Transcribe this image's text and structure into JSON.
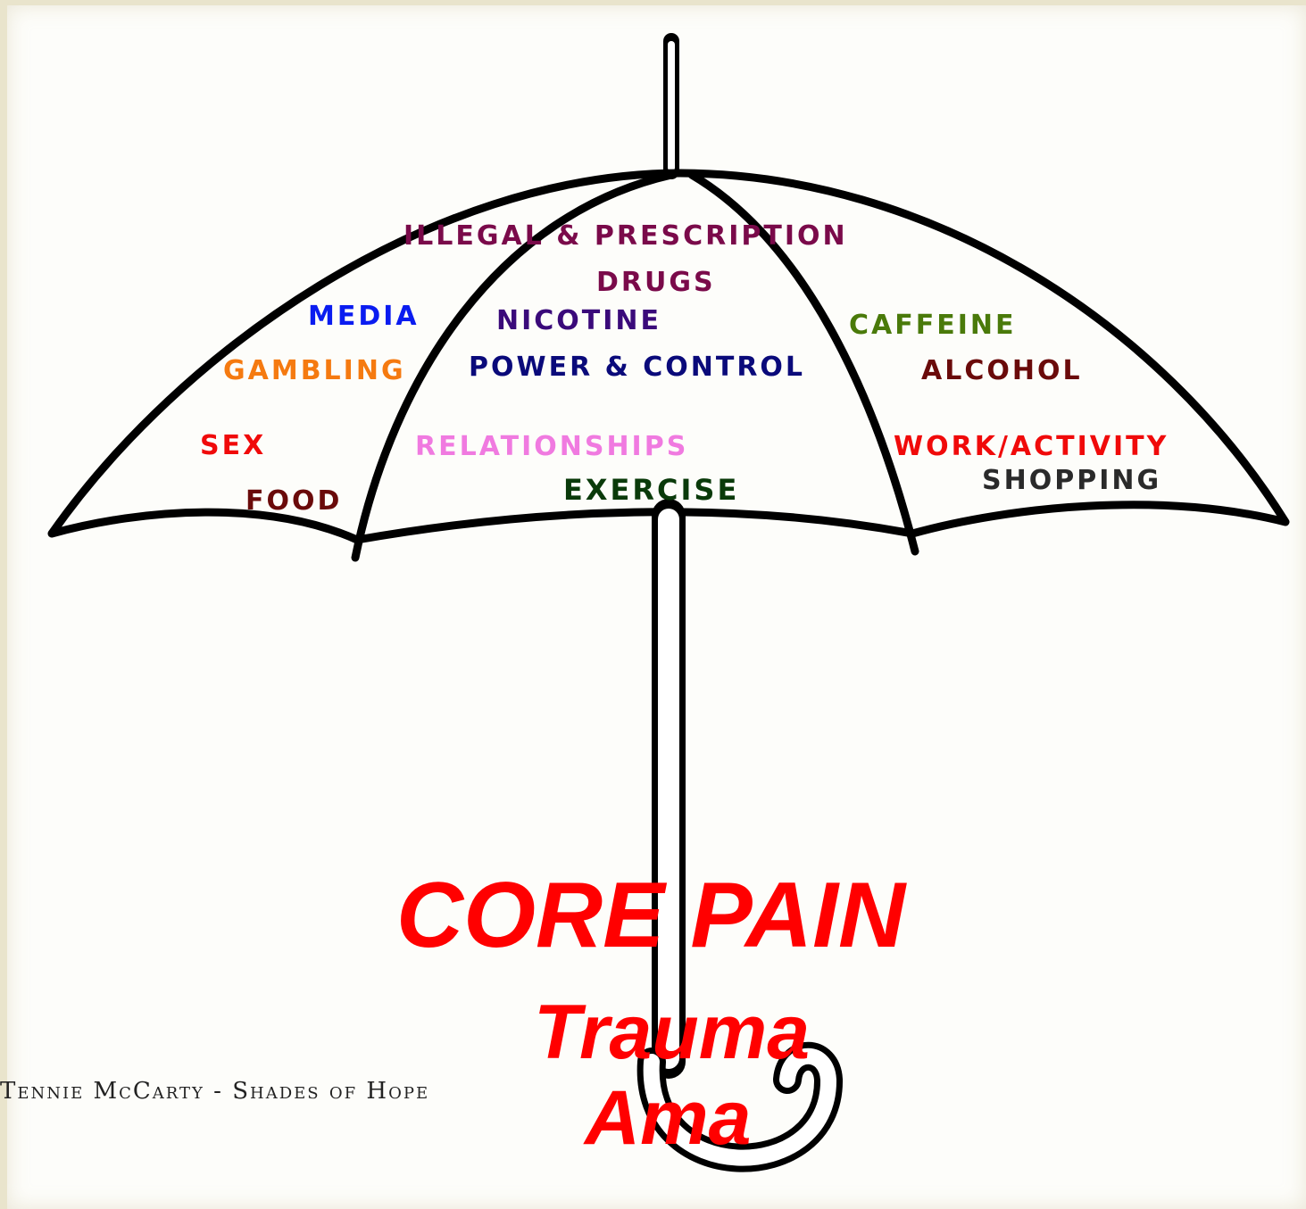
{
  "diagram": {
    "labels": {
      "illegal": "illegal & prescription",
      "drugs": "drugs",
      "media": "media",
      "nicotine": "nicotine",
      "caffeine": "caffeine",
      "gambling": "gambling",
      "power": "power & control",
      "alcohol": "alcohol",
      "sex": "sex",
      "relationships": "relationships",
      "work": "work/activity",
      "shopping": "shopping",
      "food": "food",
      "exercise": "Exercise"
    },
    "core": {
      "title": "CORE PAIN",
      "line2": "Trauma",
      "line3": "Ama"
    },
    "credit": "Tennie McCarty - Shades of Hope"
  },
  "colors": {
    "illegal": "#7a0a4a",
    "drugs": "#7a0a4a",
    "media": "#0a1cf0",
    "nicotine": "#3a0a7a",
    "caffeine": "#4a7a0a",
    "gambling": "#f57a10",
    "power": "#0a0a7a",
    "alcohol": "#6a0a0a",
    "sex": "#f00a0a",
    "relationships": "#f07ae0",
    "work": "#f00a0a",
    "shopping": "#2a2a2a",
    "food": "#6a0a0a",
    "exercise": "#0a3a0a",
    "core": "#ff0000"
  }
}
